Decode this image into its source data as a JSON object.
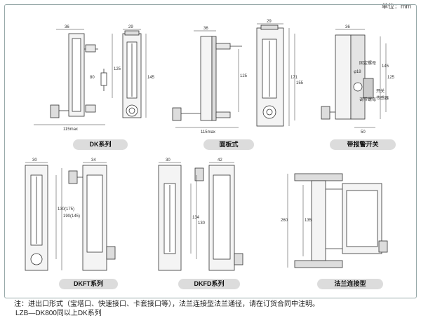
{
  "unit_label": "单位：mm",
  "panels": [
    {
      "id": "dk",
      "label": "DK系列",
      "dims": {
        "top": "36",
        "right_top": "29",
        "height": "145",
        "mid": "80",
        "small": "125",
        "bottom": "115max"
      }
    },
    {
      "id": "panel",
      "label": "面板式",
      "dims": {
        "top": "36",
        "right_top": "29",
        "h1": "171",
        "h2": "155",
        "h3": "125",
        "bottom": "115max"
      }
    },
    {
      "id": "alarm",
      "label": "带报警开关",
      "dims": {
        "top": "36",
        "h1": "145",
        "h2": "125",
        "bottom": "50",
        "c1": "固定螺母",
        "c2": "φ18",
        "c3": "调节螺母",
        "c4": "开关",
        "c5": "传感器"
      }
    },
    {
      "id": "dkft",
      "label": "DKFT系列",
      "dims": {
        "top": "30",
        "top2": "34",
        "h1": "130(175)",
        "h2": "190(145)"
      }
    },
    {
      "id": "dkfd",
      "label": "DKFD系列",
      "dims": {
        "top": "30",
        "top2": "42",
        "h1": "134",
        "h2": "130"
      }
    },
    {
      "id": "flange",
      "label": "法兰连接型",
      "dims": {
        "h1": "260",
        "h2": "135"
      }
    }
  ],
  "notes": [
    "注：进出口形式（宝塔口、快速接口、卡套接口等），法兰连接型法兰通径，请在订货合同中注明。",
    "LZB—DK800同以上DK系列"
  ]
}
